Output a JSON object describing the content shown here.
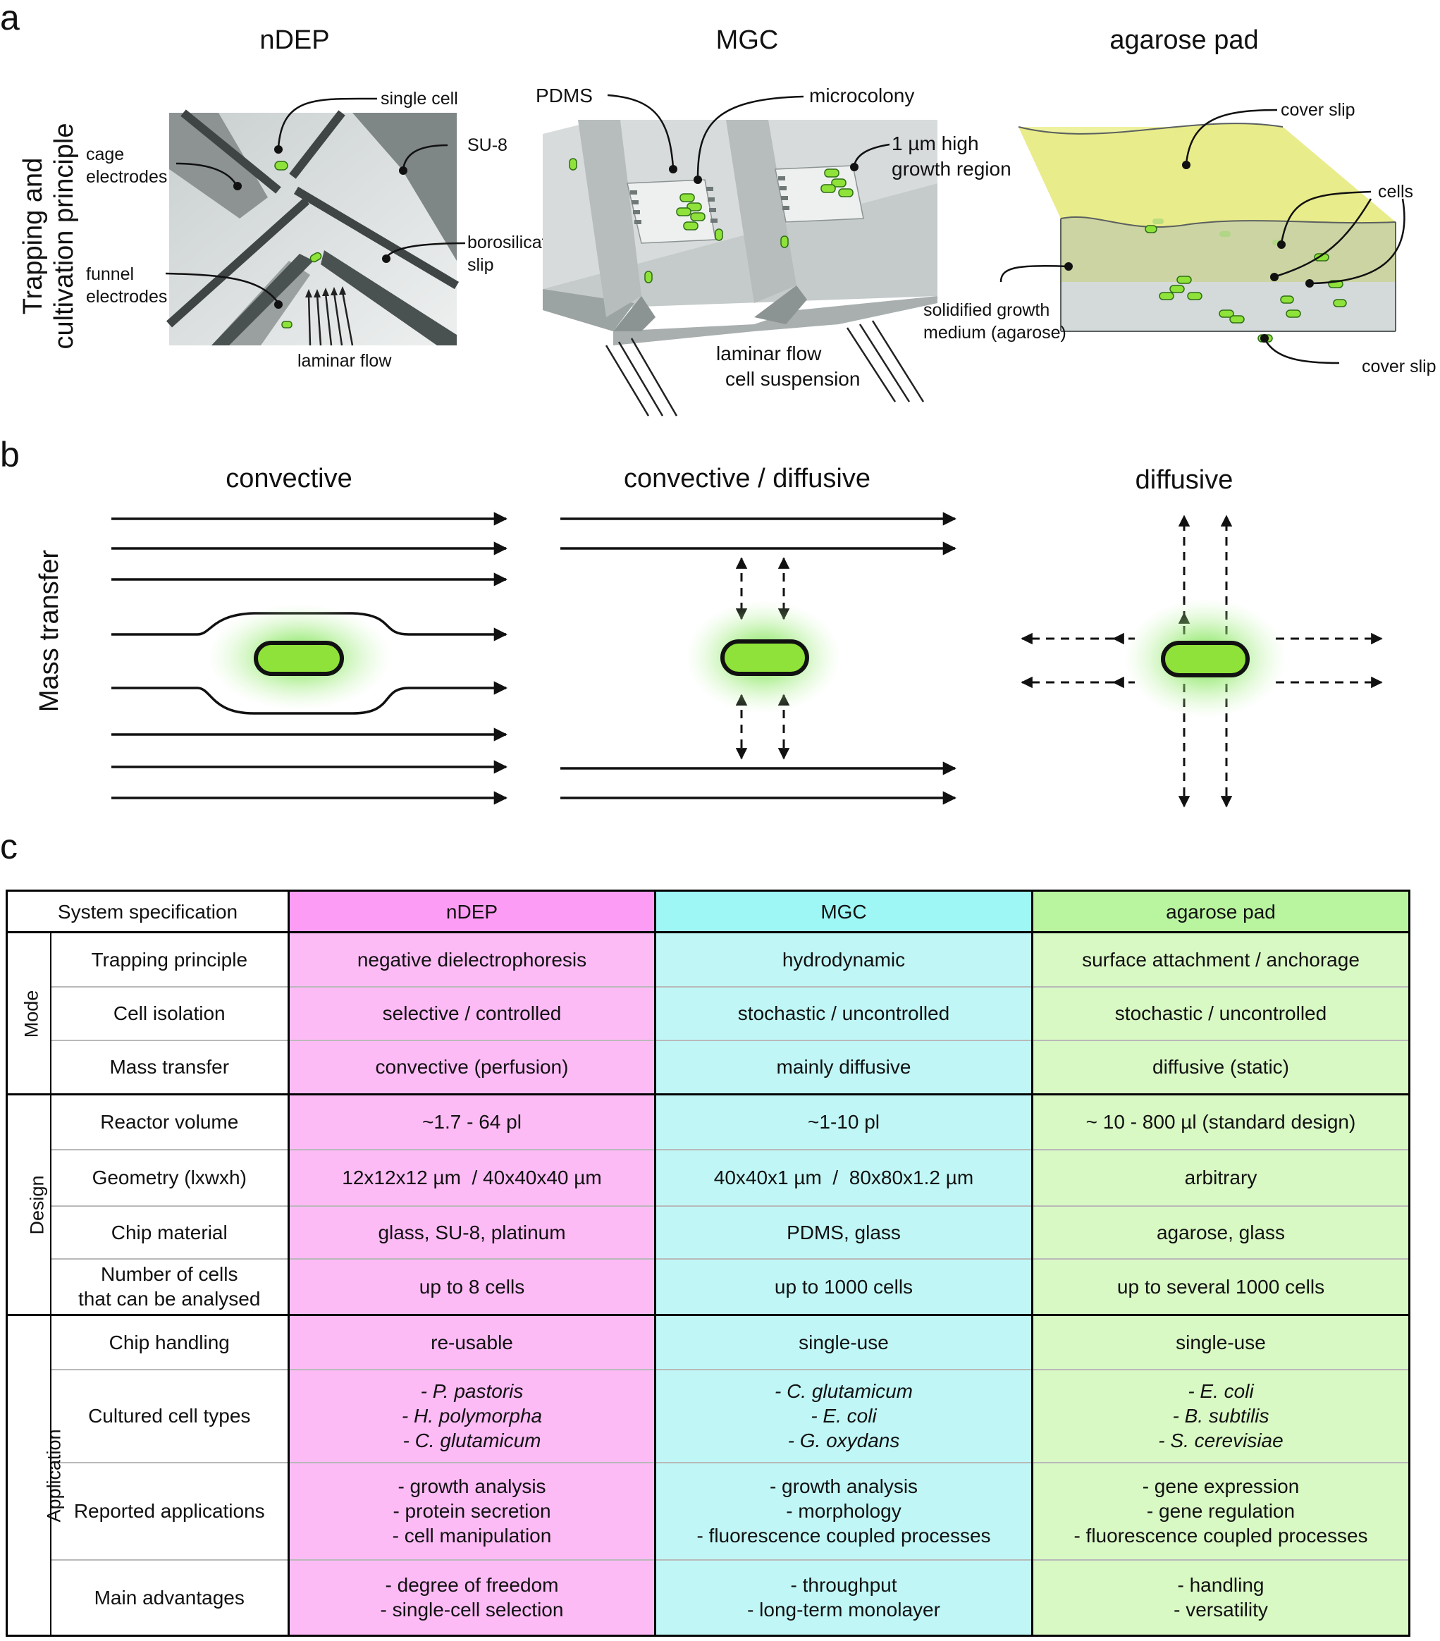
{
  "panel_a": {
    "letter": "a",
    "side_label_line1": "Trapping and",
    "side_label_line2": "cultivation principle",
    "ndep": {
      "title": "nDEP",
      "single_cell": "single cell",
      "su8": "SU-8",
      "cage_electrodes_1": "cage",
      "cage_electrodes_2": "electrodes",
      "borosilicate_1": "borosilicate",
      "borosilicate_2": "slip",
      "funnel_electrodes_1": "funnel",
      "funnel_electrodes_2": "electrodes",
      "laminar_flow": "laminar flow"
    },
    "mgc": {
      "title": "MGC",
      "pdms": "PDMS",
      "microcolony": "microcolony",
      "growth_region_1": "1 µm high",
      "growth_region_2": "growth region",
      "flow_1": "laminar flow",
      "flow_2": "cell suspension"
    },
    "agarose": {
      "title": "agarose pad",
      "cover_slip_top": "cover slip",
      "cells": "cells",
      "medium_1": "solidified growth",
      "medium_2": "medium (agarose)",
      "cover_slip_bottom": "cover slip"
    }
  },
  "panel_b": {
    "letter": "b",
    "side_label": "Mass transfer",
    "titles": [
      "convective",
      "convective / diffusive",
      "diffusive"
    ]
  },
  "panel_c": {
    "letter": "c",
    "header": [
      "System specification",
      "nDEP",
      "MGC",
      "agarose pad"
    ],
    "groups": [
      "Mode",
      "Design",
      "Application"
    ],
    "rows": [
      {
        "label": "Trapping principle",
        "ndep": "negative dielectrophoresis",
        "mgc": "hydrodynamic",
        "aga": "surface attachment / anchorage"
      },
      {
        "label": "Cell isolation",
        "ndep": "selective / controlled",
        "mgc": "stochastic / uncontrolled",
        "aga": "stochastic / uncontrolled"
      },
      {
        "label": "Mass transfer",
        "ndep": "convective (perfusion)",
        "mgc": "mainly diffusive",
        "aga": "diffusive (static)"
      },
      {
        "label": "Reactor volume",
        "ndep": "~1.7 - 64 pl",
        "mgc": "~1-10 pl",
        "aga": "~ 10 - 800 µl (standard design)"
      },
      {
        "label": "Geometry (lxwxh)",
        "ndep": "12x12x12 µm  / 40x40x40 µm",
        "mgc": "40x40x1 µm  /  80x80x1.2 µm",
        "aga": "arbitrary"
      },
      {
        "label": "Chip material",
        "ndep": "glass, SU-8, platinum",
        "mgc": "PDMS, glass",
        "aga": "agarose, glass"
      },
      {
        "label_1": "Number of cells",
        "label_2": "that can be analysed",
        "ndep": "up to 8 cells",
        "mgc": "up to 1000 cells",
        "aga": "up to several 1000 cells"
      },
      {
        "label": "Chip handling",
        "ndep": "re-usable",
        "mgc": "single-use",
        "aga": "single-use"
      },
      {
        "label": "Cultured cell types",
        "ndep": [
          "-  P. pastoris",
          "-  H. polymorpha",
          "-  C. glutamicum"
        ],
        "mgc": [
          "-  C. glutamicum",
          "-  E. coli",
          "-  G. oxydans"
        ],
        "aga": [
          "-  E. coli",
          "-  B. subtilis",
          "-  S. cerevisiae"
        ]
      },
      {
        "label": "Reported applications",
        "ndep": [
          "-  growth analysis",
          "-  protein secretion",
          "-  cell manipulation"
        ],
        "mgc": [
          "-  growth analysis",
          "-  morphology",
          "-  fluorescence coupled processes"
        ],
        "aga": [
          "-  gene expression",
          "-  gene regulation",
          "-  fluorescence coupled processes"
        ]
      },
      {
        "label": "Main advantages",
        "ndep": [
          "-  degree of freedom",
          "-  single-cell selection"
        ],
        "mgc": [
          "-  throughput",
          "-  long-term monolayer"
        ],
        "aga": [
          "-  handling",
          "-  versatility"
        ]
      }
    ]
  },
  "colors": {
    "ndep": "#fdbbf6",
    "mgc": "#c0f7f6",
    "agarose": "#d8f8c4",
    "cell_fill": "#8fe23a",
    "glow": "#6fe04a"
  }
}
